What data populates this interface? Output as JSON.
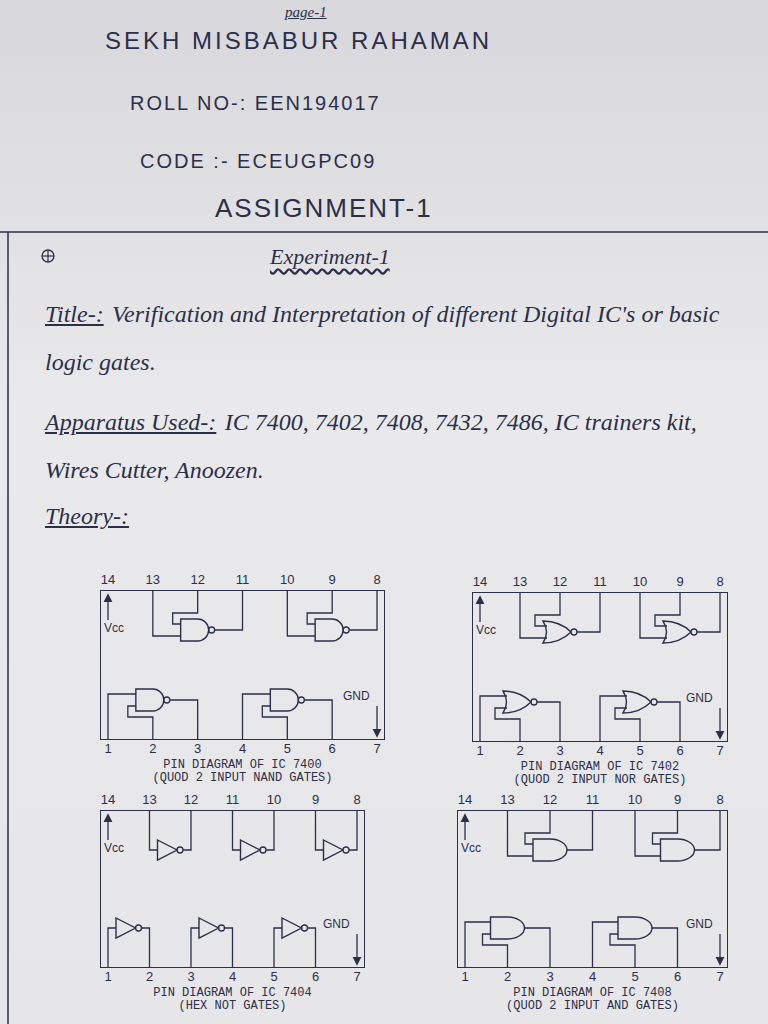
{
  "diagram": {
    "title": "Experiment-1",
    "nodes": [
      {
        "text": [
          "PIN DIAGRAM OF IC 7400",
          "(QUOD 2 INPUT NAND GATES)"
        ]
      },
      {
        "text": [
          "PIN DIAGRAM OF IC 7402",
          "(QUOD 2 INPUT NOR GATES)"
        ]
      },
      {
        "text": [
          "PIN DIAGRAM OF IC 7404",
          "(HEX NOT GATES)"
        ]
      },
      {
        "text": [
          "PIN DIAGRAM OF IC 7408",
          "(QUOD 2 INPUT AND GATES)"
        ]
      }
    ],
    "labels": [
      "page-1",
      "SEKH MISBABUR RAHAMAN",
      "ROLL NO-: EEN194017",
      "CODE :- ECEUGPC09",
      "ASSIGNMENT-1",
      "Title-:",
      "Verification and Interpretation of different Digital IC's or basic logic gates.",
      "Apparatus Used-:",
      "IC 7400, 7402, 7408, 7432, 7486, IC trainers kit, Wires Cutter, Anoozen.",
      "Theory-:",
      "14",
      "13",
      "12",
      "11",
      "10",
      "9",
      "8",
      "1",
      "2",
      "3",
      "4",
      "5",
      "6",
      "7",
      "Vcc",
      "GND",
      "14",
      "13",
      "12",
      "11",
      "10",
      "9",
      "8",
      "1",
      "2",
      "3",
      "4",
      "5",
      "6",
      "7",
      "Vcc",
      "GND",
      "14",
      "13",
      "12",
      "11",
      "10",
      "9",
      "8",
      "1",
      "2",
      "3",
      "4",
      "5",
      "6",
      "7",
      "Vcc",
      "GND",
      "14",
      "13",
      "12",
      "11",
      "10",
      "9",
      "8",
      "1",
      "2",
      "3",
      "4",
      "5",
      "6",
      "7",
      "Vcc",
      "GND"
    ]
  }
}
